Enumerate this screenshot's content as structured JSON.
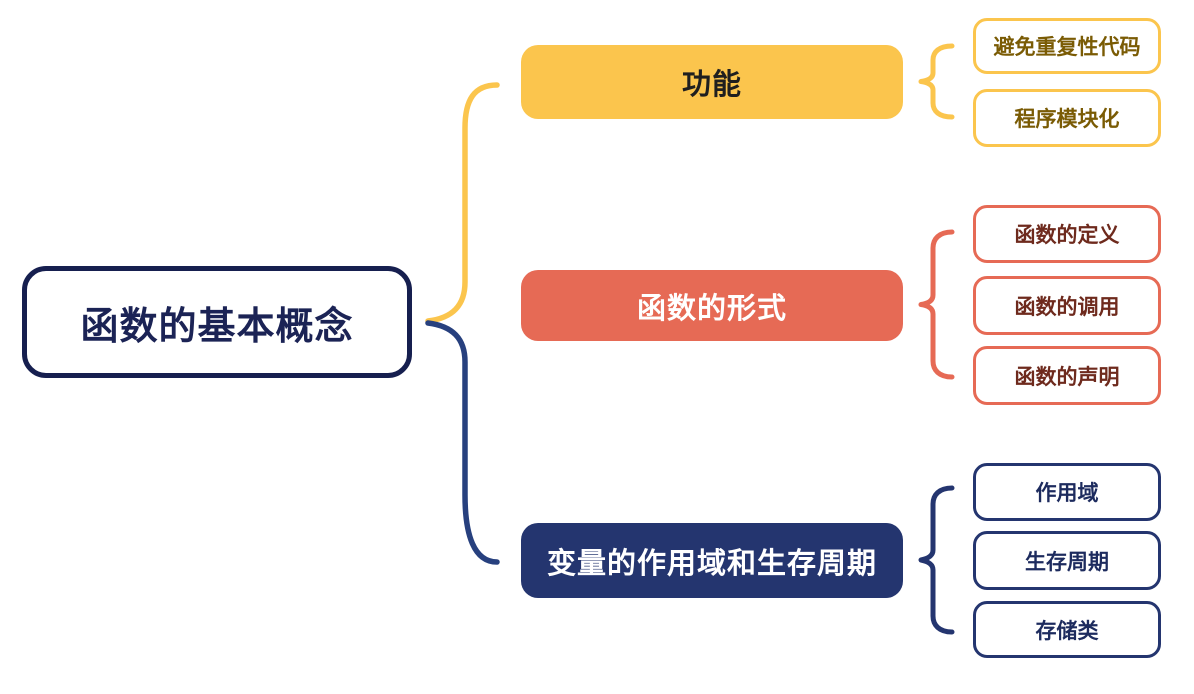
{
  "diagram": {
    "type": "mindmap",
    "root": {
      "label": "函数的基本概念"
    },
    "branches": [
      {
        "label": "功能",
        "color": "#FBC54D",
        "label_color": "#1F1F1F",
        "child_text_color": "#7A5B04",
        "children": [
          {
            "label": "避免重复性代码"
          },
          {
            "label": "程序模块化"
          }
        ]
      },
      {
        "label": "函数的形式",
        "color": "#E66A55",
        "label_color": "#FFFFFF",
        "child_text_color": "#6E2A1D",
        "children": [
          {
            "label": "函数的定义"
          },
          {
            "label": "函数的调用"
          },
          {
            "label": "函数的声明"
          }
        ]
      },
      {
        "label": "变量的作用域和生存周期",
        "color": "#24356F",
        "label_color": "#FFFFFF",
        "child_text_color": "#1D2B5E",
        "children": [
          {
            "label": "作用域"
          },
          {
            "label": "生存周期"
          },
          {
            "label": "存储类"
          }
        ]
      }
    ],
    "colors": {
      "background": "#FFFFFF",
      "root_outline": "#161F4F",
      "root_text": "#1B2355",
      "connector_yellow": "#FBC54D",
      "connector_blue": "#27407E"
    }
  }
}
